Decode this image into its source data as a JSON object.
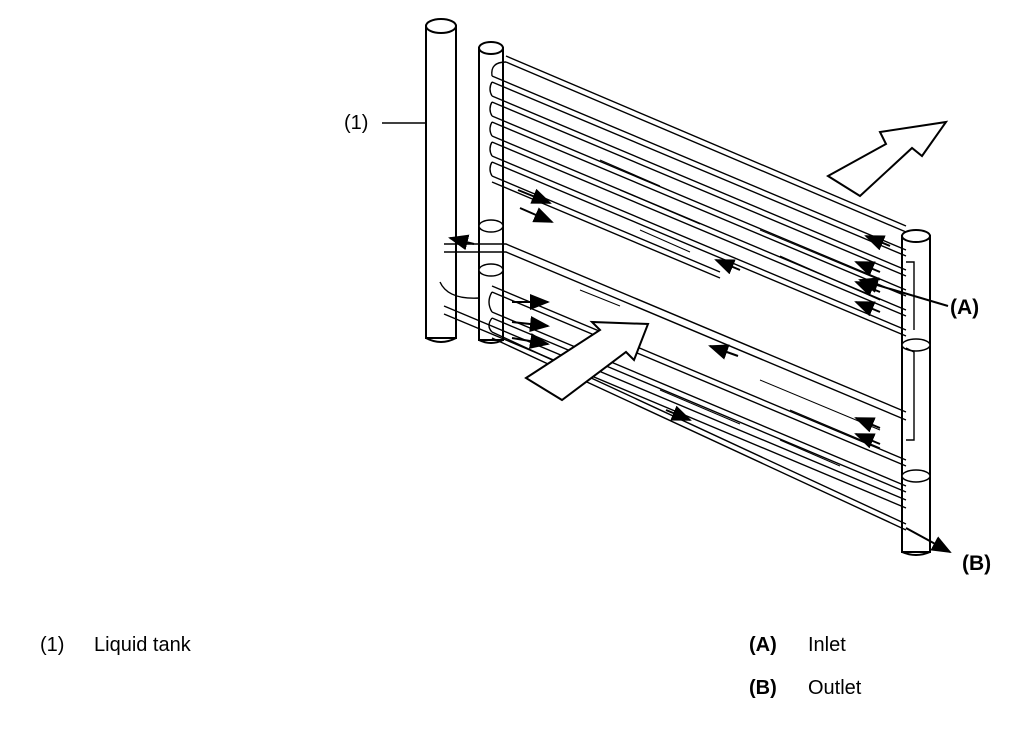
{
  "diagram": {
    "callouts": {
      "tank_marker": "(1)",
      "inlet_marker": "(A)",
      "outlet_marker": "(B)"
    },
    "legend": {
      "tank": {
        "marker": "(1)",
        "text": "Liquid tank"
      },
      "inlet": {
        "marker": "(A)",
        "text": "Inlet"
      },
      "outlet": {
        "marker": "(B)",
        "text": "Outlet"
      }
    }
  }
}
